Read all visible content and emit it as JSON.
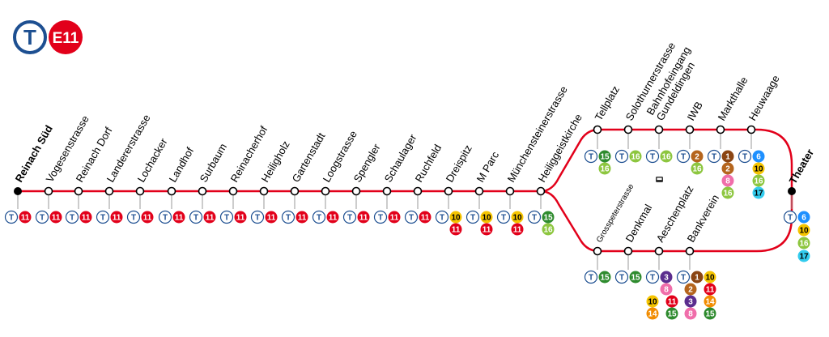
{
  "line": {
    "mode_symbol": "T",
    "code": "E11",
    "mode_color": "#1d4f91",
    "line_color": "#e2001a"
  },
  "colors": {
    "1": "#8b4513",
    "2": "#b5651d",
    "3": "#5b2d8e",
    "6": "#1e90ff",
    "8": "#f06eaa",
    "10": "#f5c400",
    "11": "#e2001a",
    "14": "#f28c00",
    "15": "#2e8b2e",
    "16": "#8dc63f",
    "17": "#33ccee"
  },
  "trunk_stations": [
    {
      "name": "Reinach Süd",
      "terminal": true,
      "lines": [
        [
          "11"
        ]
      ]
    },
    {
      "name": "Vogesenstrasse",
      "lines": [
        [
          "11"
        ]
      ]
    },
    {
      "name": "Reinach Dorf",
      "lines": [
        [
          "11"
        ]
      ]
    },
    {
      "name": "Landererstrasse",
      "lines": [
        [
          "11"
        ]
      ]
    },
    {
      "name": "Lochacker",
      "lines": [
        [
          "11"
        ]
      ]
    },
    {
      "name": "Landhof",
      "lines": [
        [
          "11"
        ]
      ]
    },
    {
      "name": "Surbaum",
      "lines": [
        [
          "11"
        ]
      ]
    },
    {
      "name": "Reinacherhof",
      "lines": [
        [
          "11"
        ]
      ]
    },
    {
      "name": "Heiligholz",
      "lines": [
        [
          "11"
        ]
      ]
    },
    {
      "name": "Gartenstadt",
      "lines": [
        [
          "11"
        ]
      ]
    },
    {
      "name": "Loogstrasse",
      "lines": [
        [
          "11"
        ]
      ]
    },
    {
      "name": "Spengler",
      "lines": [
        [
          "11"
        ]
      ]
    },
    {
      "name": "Schaulager",
      "lines": [
        [
          "11"
        ]
      ]
    },
    {
      "name": "Ruchfeld",
      "lines": [
        [
          "11"
        ]
      ]
    },
    {
      "name": "Dreispitz",
      "lines": [
        [
          "10"
        ],
        [
          "11"
        ]
      ]
    },
    {
      "name": "M Parc",
      "lines": [
        [
          "10"
        ],
        [
          "11"
        ]
      ]
    },
    {
      "name": "Münchensteinerstrasse",
      "lines": [
        [
          "10"
        ],
        [
          "11"
        ]
      ]
    },
    {
      "name": "Heiliggeistkirche",
      "lines": [
        [
          "15"
        ],
        [
          "16"
        ]
      ]
    }
  ],
  "upper_branch": [
    {
      "name": "Tellplatz",
      "lines": [
        [
          "15"
        ],
        [
          "16"
        ]
      ]
    },
    {
      "name": "Solothurnerstrasse",
      "lines": [
        [
          "16"
        ]
      ]
    },
    {
      "name": "Bahnhofeingang Gundeldingen",
      "lines": [
        [
          "16"
        ]
      ],
      "train": true
    },
    {
      "name": "IWB",
      "lines": [
        [
          "2"
        ],
        [
          "16"
        ]
      ]
    },
    {
      "name": "Markthalle",
      "lines": [
        [
          "1"
        ],
        [
          "2"
        ],
        [
          "8"
        ],
        [
          "16"
        ]
      ]
    },
    {
      "name": "Heuwaage",
      "lines": [
        [
          "6"
        ],
        [
          "10"
        ],
        [
          "16"
        ],
        [
          "17"
        ]
      ]
    }
  ],
  "lower_branch": [
    {
      "name": "Grosspeterstrasse",
      "lines": [
        [
          "15"
        ]
      ]
    },
    {
      "name": "Denkmal",
      "lines": [
        [
          "15"
        ]
      ]
    },
    {
      "name": "Aeschenplatz",
      "lines": [
        [
          "3"
        ],
        [
          "8"
        ],
        [
          "10",
          "11"
        ],
        [
          "14",
          "15"
        ]
      ]
    },
    {
      "name": "Bankverein",
      "lines": [
        [
          "1",
          "10"
        ],
        [
          "2",
          "11"
        ],
        [
          "3",
          "14"
        ],
        [
          "8",
          "15"
        ]
      ]
    }
  ],
  "end_station": {
    "name": "Theater",
    "lines": [
      [
        "6"
      ],
      [
        "10"
      ],
      [
        "16"
      ],
      [
        "17"
      ]
    ]
  }
}
